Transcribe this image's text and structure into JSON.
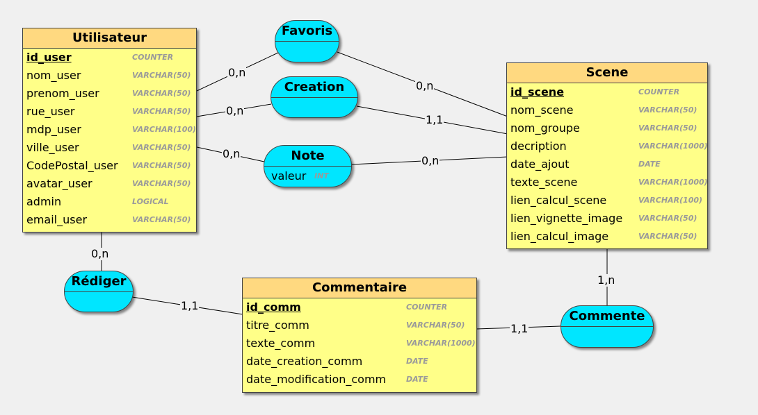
{
  "entities": {
    "utilisateur": {
      "title": "Utilisateur",
      "attributes": [
        {
          "name": "id_user",
          "type": "COUNTER",
          "pk": true
        },
        {
          "name": "nom_user",
          "type": "VARCHAR(50)"
        },
        {
          "name": "prenom_user",
          "type": "VARCHAR(50)"
        },
        {
          "name": "rue_user",
          "type": "VARCHAR(50)"
        },
        {
          "name": "mdp_user",
          "type": "VARCHAR(100)"
        },
        {
          "name": "ville_user",
          "type": "VARCHAR(50)"
        },
        {
          "name": "CodePostal_user",
          "type": "VARCHAR(50)"
        },
        {
          "name": "avatar_user",
          "type": "VARCHAR(50)"
        },
        {
          "name": "admin",
          "type": "LOGICAL"
        },
        {
          "name": "email_user",
          "type": "VARCHAR(50)"
        }
      ]
    },
    "scene": {
      "title": "Scene",
      "attributes": [
        {
          "name": "id_scene",
          "type": "COUNTER",
          "pk": true
        },
        {
          "name": "nom_scene",
          "type": "VARCHAR(50)"
        },
        {
          "name": "nom_groupe",
          "type": "VARCHAR(50)"
        },
        {
          "name": "decription",
          "type": "VARCHAR(1000)"
        },
        {
          "name": "date_ajout",
          "type": "DATE"
        },
        {
          "name": "texte_scene",
          "type": "VARCHAR(1000)"
        },
        {
          "name": "lien_calcul_scene",
          "type": "VARCHAR(100)"
        },
        {
          "name": "lien_vignette_image",
          "type": "VARCHAR(50)"
        },
        {
          "name": "lien_calcul_image",
          "type": "VARCHAR(50)"
        }
      ]
    },
    "commentaire": {
      "title": "Commentaire",
      "attributes": [
        {
          "name": "id_comm",
          "type": "COUNTER",
          "pk": true
        },
        {
          "name": "titre_comm",
          "type": "VARCHAR(50)"
        },
        {
          "name": "texte_comm",
          "type": "VARCHAR(1000)"
        },
        {
          "name": "date_creation_comm",
          "type": "DATE"
        },
        {
          "name": "date_modification_comm",
          "type": "DATE"
        }
      ]
    }
  },
  "relations": {
    "favoris": {
      "title": "Favoris"
    },
    "creation": {
      "title": "Creation"
    },
    "note": {
      "title": "Note",
      "attribute": {
        "name": "valeur",
        "type": "INT"
      }
    },
    "rediger": {
      "title": "Rédiger"
    },
    "commente": {
      "title": "Commente"
    }
  },
  "cardinalities": {
    "favoris_utilisateur": "0,n",
    "favoris_scene": "0,n",
    "creation_utilisateur": "0,n",
    "creation_scene": "1,1",
    "note_utilisateur": "0,n",
    "note_scene": "0,n",
    "rediger_utilisateur": "0,n",
    "rediger_commentaire": "1,1",
    "commente_scene": "1,n",
    "commente_commentaire": "1,1"
  },
  "colors": {
    "entity_body": "#ffff88",
    "entity_header": "#ffd980",
    "relation_fill": "#00e6ff",
    "background": "#f0f0f0"
  }
}
